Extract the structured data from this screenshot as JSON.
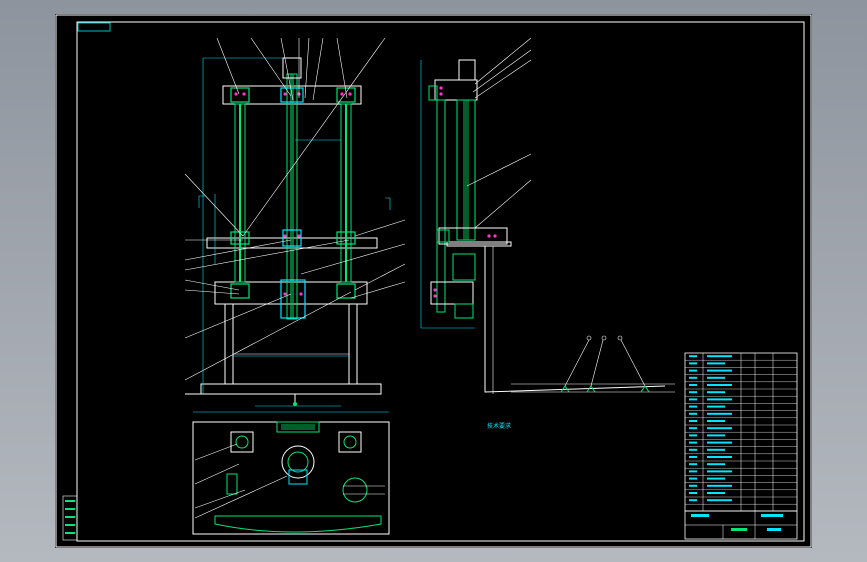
{
  "drawing": {
    "title_tag": "",
    "tech_req_title": "技术要求",
    "tech_req_lines": [
      "",
      "",
      "",
      "",
      ""
    ],
    "colors": {
      "background": "#000000",
      "frame": "#ffffff",
      "outline": "#ffffff",
      "part": "#00e676",
      "dimension": "#00e5ff",
      "accent": "#ff33cc",
      "viewer_bg": "#9ea4ad"
    },
    "balloon_count_front": 16,
    "balloon_count_side": 6
  }
}
